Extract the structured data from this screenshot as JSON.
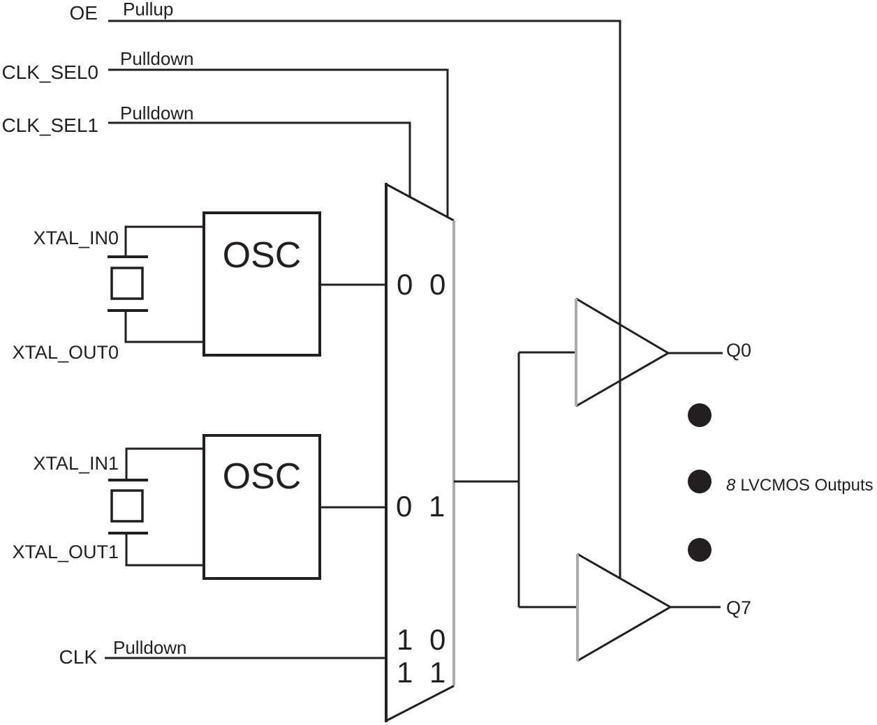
{
  "signals": {
    "oe": {
      "label": "OE",
      "resistor": "Pullup"
    },
    "clk_sel0": {
      "label": "CLK_SEL0",
      "resistor": "Pulldown"
    },
    "clk_sel1": {
      "label": "CLK_SEL1",
      "resistor": "Pulldown"
    },
    "clk": {
      "label": "CLK",
      "resistor": "Pulldown"
    }
  },
  "crystals": {
    "xtal_in0": "XTAL_IN0",
    "xtal_out0": "XTAL_OUT0",
    "xtal_in1": "XTAL_IN1",
    "xtal_out1": "XTAL_OUT1"
  },
  "blocks": {
    "osc0": "OSC",
    "osc1": "OSC"
  },
  "mux": {
    "rows": [
      "0 0",
      "0 1",
      "1 0",
      "1 1"
    ]
  },
  "outputs": {
    "q_first": "Q0",
    "q_last": "Q7",
    "count": "8",
    "note": "LVCMOS Outputs"
  },
  "colors": {
    "line": "#231f20",
    "gray_edge": "#aaacae",
    "background": "#ffffff"
  }
}
